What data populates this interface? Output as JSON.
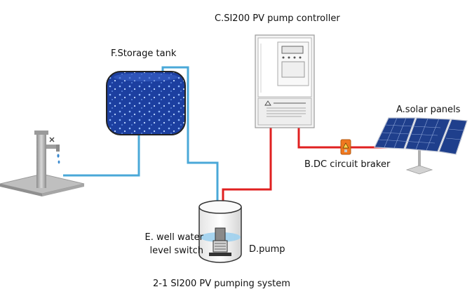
{
  "labels": {
    "controller": "C.SI200 PV pump controller",
    "storage_tank": "F.Storage tank",
    "solar_panels": "A.solar panels",
    "breaker": "B.DC circuit braker",
    "switch_line1": "E. well water",
    "switch_line2": "level switch",
    "pump": "D.pump",
    "caption": "2-1 SI200 PV pumping system"
  },
  "colors": {
    "water_pipe": "#4aa8d8",
    "power_cable": "#e02020",
    "breaker": "#f07820",
    "tank_water": "#1c3fa0",
    "panel": "#1f3f8c"
  },
  "icons": {
    "solar_panels": "solar-panel-icon",
    "controller": "pump-controller-icon",
    "breaker": "circuit-breaker-icon",
    "pump": "submersible-pump-icon",
    "tank": "storage-tank-icon",
    "faucet": "faucet-icon",
    "well": "well-icon"
  }
}
